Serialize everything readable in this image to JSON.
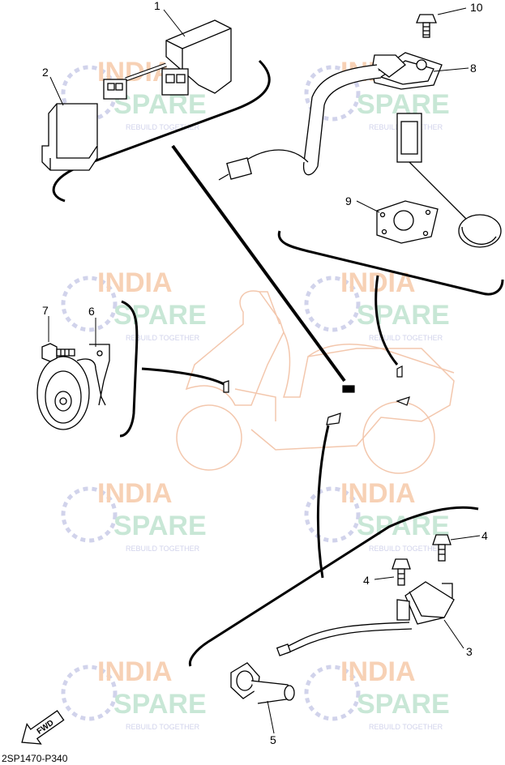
{
  "diagram": {
    "callouts": [
      "1",
      "2",
      "3",
      "4",
      "4",
      "5",
      "6",
      "7",
      "8",
      "9",
      "10"
    ],
    "drawing_code": "2SP1470-P340",
    "fwd_label": "FWD"
  },
  "watermark": {
    "line1": "INDIA",
    "line2": "SPARE",
    "tagline": "REBUILD TOGETHER",
    "colors": {
      "orange": "#f6c9a8",
      "green": "#bfe3cf",
      "blue": "#c9cbe8"
    }
  },
  "colors": {
    "ink": "#000000",
    "scooter_outline": "#f3c7ad"
  }
}
